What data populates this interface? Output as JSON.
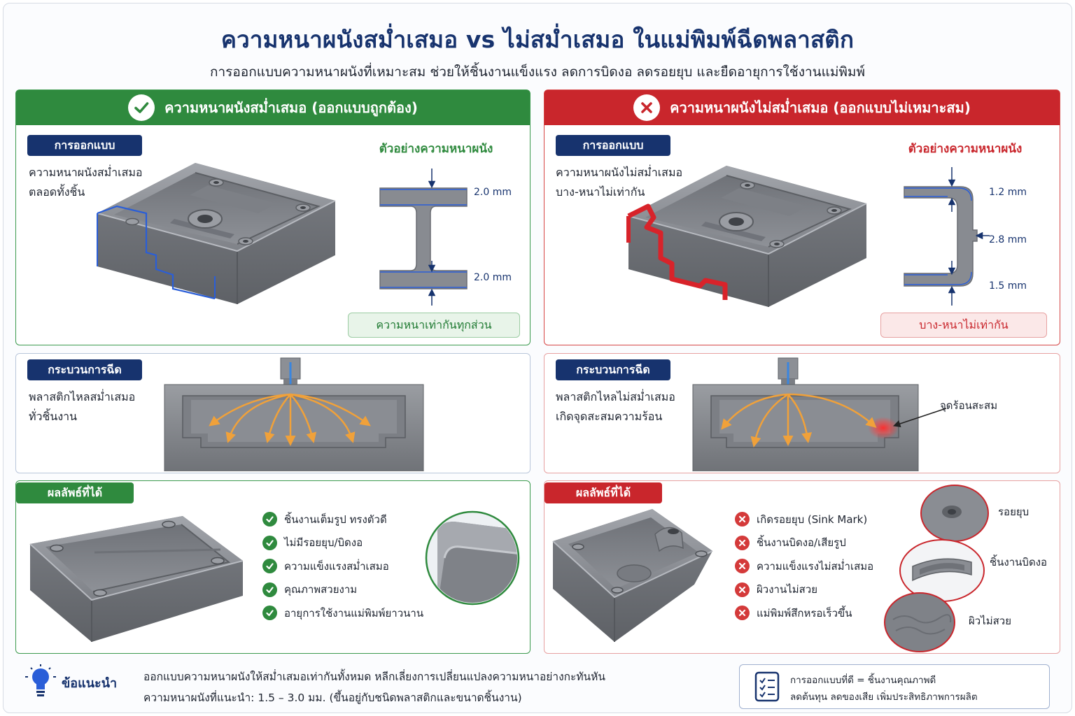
{
  "title": "ความหนาผนังสม่ำเสมอ vs ไม่สม่ำเสมอ ในแม่พิมพ์ฉีดพลาสติก",
  "subtitle": "การออกแบบความหนาผนังที่เหมาะสม ช่วยให้ชิ้นงานแข็งแรง ลดการบิดงอ ลดรอยยุบ และยืดอายุการใช้งานแม่พิมพ์",
  "left": {
    "header": "ความหนาผนังสม่ำเสมอ (ออกแบบถูกต้อง)",
    "design_tag": "การออกแบบ",
    "design_desc_1": "ความหนาผนังสม่ำเสมอ",
    "design_desc_2": "ตลอดทั้งชิ้น",
    "example_title": "ตัวอย่างความหนาผนัง",
    "thickness_top": "2.0 mm",
    "thickness_bottom": "2.0 mm",
    "pill": "ความหนาเท่ากันทุกส่วน",
    "process_tag": "กระบวนการฉีด",
    "process_desc_1": "พลาสติกไหลสม่ำเสมอ",
    "process_desc_2": "ทั่วชิ้นงาน",
    "result_tag": "ผลลัพธ์ที่ได้",
    "results": [
      "ชิ้นงานเต็มรูป ทรงตัวดี",
      "ไม่มีรอยยุบ/บิดงอ",
      "ความแข็งแรงสม่ำเสมอ",
      "คุณภาพสวยงาม",
      "อายุการใช้งานแม่พิมพ์ยาวนาน"
    ]
  },
  "right": {
    "header": "ความหนาผนังไม่สม่ำเสมอ (ออกแบบไม่เหมาะสม)",
    "design_tag": "การออกแบบ",
    "design_desc_1": "ความหนาผนังไม่สม่ำเสมอ",
    "design_desc_2": "บาง-หนาไม่เท่ากัน",
    "example_title": "ตัวอย่างความหนาผนัง",
    "thickness_1": "1.2 mm",
    "thickness_2": "2.8 mm",
    "thickness_3": "1.5 mm",
    "pill": "บาง-หนาไม่เท่ากัน",
    "process_tag": "กระบวนการฉีด",
    "process_desc_1": "พลาสติกไหลไม่สม่ำเสมอ",
    "process_desc_2": "เกิดจุดสะสมความร้อน",
    "hotspot_label": "จุดร้อนสะสม",
    "result_tag": "ผลลัพธ์ที่ได้",
    "results": [
      "เกิดรอยยุบ (Sink Mark)",
      "ชิ้นงานบิดงอ/เสียรูป",
      "ความแข็งแรงไม่สม่ำเสมอ",
      "ผิวงานไม่สวย",
      "แม่พิมพ์สึกหรอเร็วขึ้น"
    ],
    "defect_labels": [
      "รอยยุบ",
      "ชิ้นงานบิดงอ",
      "ผิวไม่สวย"
    ]
  },
  "tip": {
    "label": "ข้อแนะนำ",
    "line1": "ออกแบบความหนาผนังให้สม่ำเสมอเท่ากันทั้งหมด หลีกเลี่ยงการเปลี่ยนแปลงความหนาอย่างกะทันหัน",
    "line2": "ความหนาผนังที่แนะนำ: 1.5 – 3.0 มม. (ขึ้นอยู่กับชนิดพลาสติกและขนาดชิ้นงาน)"
  },
  "summary": {
    "line1": "การออกแบบที่ดี = ชิ้นงานคุณภาพดี",
    "line2": "ลดต้นทุน ลดของเสีย เพิ่มประสิทธิภาพการผลิต"
  },
  "colors": {
    "navy": "#17336e",
    "good": "#2f8a3e",
    "bad": "#c9262c",
    "plastic": "#8d9097",
    "flow": "#f0a13a"
  },
  "icons": [
    "check-icon",
    "cross-icon",
    "lightbulb-icon",
    "checklist-icon"
  ]
}
